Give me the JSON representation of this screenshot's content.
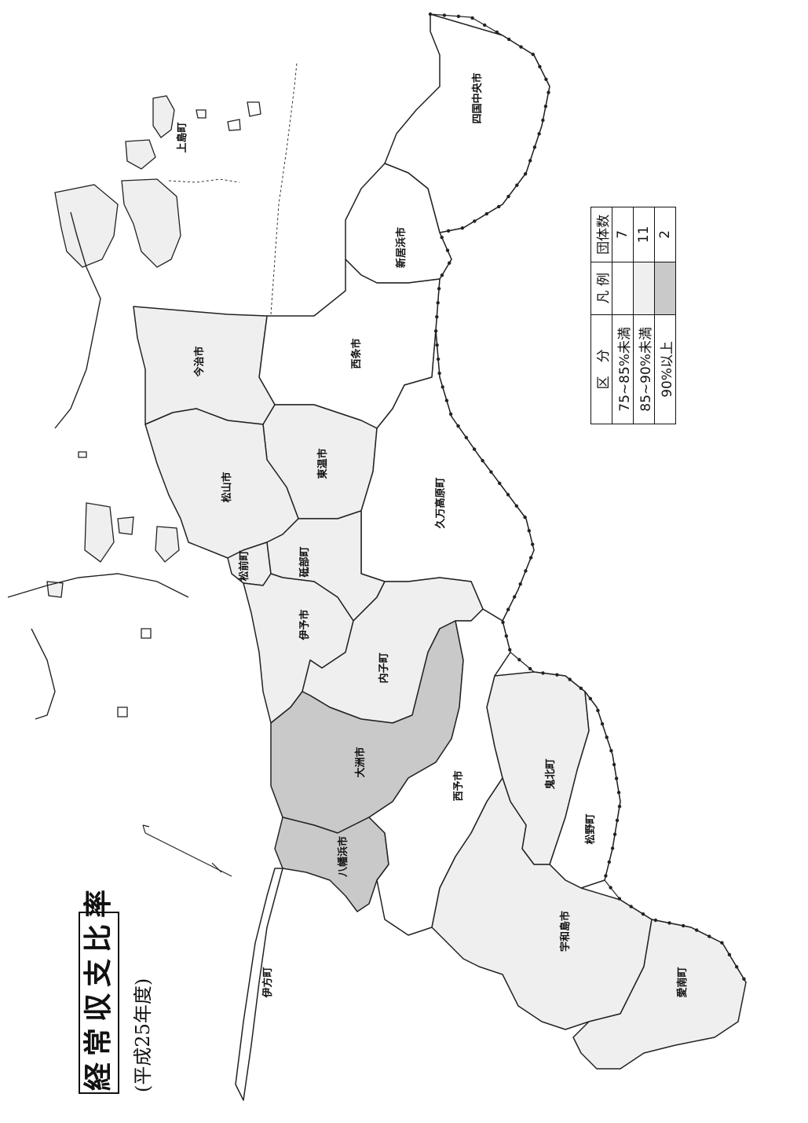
{
  "title": "経常収支比率",
  "subtitle": "(平成25年度)",
  "colors": {
    "none": "#ffffff",
    "light": "#efefef",
    "dark": "#c9c9c9"
  },
  "legend": {
    "headers": {
      "category": "区　分",
      "pattern": "凡 例",
      "count": "団体数"
    },
    "rows": [
      {
        "category": "75~85%未満",
        "swatch": "none",
        "count": "7"
      },
      {
        "category": "85~90%未満",
        "swatch": "light",
        "count": "11"
      },
      {
        "category": "90%以上",
        "swatch": "dark",
        "count": "2"
      }
    ]
  },
  "municipalities": [
    {
      "name": "四国中央市",
      "shade": "none"
    },
    {
      "name": "新居浜市",
      "shade": "none"
    },
    {
      "name": "西条市",
      "shade": "none"
    },
    {
      "name": "今治市",
      "shade": "light"
    },
    {
      "name": "上島町",
      "shade": "light"
    },
    {
      "name": "東温市",
      "shade": "light"
    },
    {
      "name": "松山市",
      "shade": "light"
    },
    {
      "name": "久万高原町",
      "shade": "none"
    },
    {
      "name": "松前町",
      "shade": "light"
    },
    {
      "name": "砥部町",
      "shade": "light"
    },
    {
      "name": "伊予市",
      "shade": "light"
    },
    {
      "name": "内子町",
      "shade": "light"
    },
    {
      "name": "大洲市",
      "shade": "dark"
    },
    {
      "name": "八幡浜市",
      "shade": "dark"
    },
    {
      "name": "西予市",
      "shade": "none"
    },
    {
      "name": "伊方町",
      "shade": "none"
    },
    {
      "name": "鬼北町",
      "shade": "light"
    },
    {
      "name": "松野町",
      "shade": "none"
    },
    {
      "name": "宇和島市",
      "shade": "light"
    },
    {
      "name": "愛南町",
      "shade": "light"
    }
  ]
}
